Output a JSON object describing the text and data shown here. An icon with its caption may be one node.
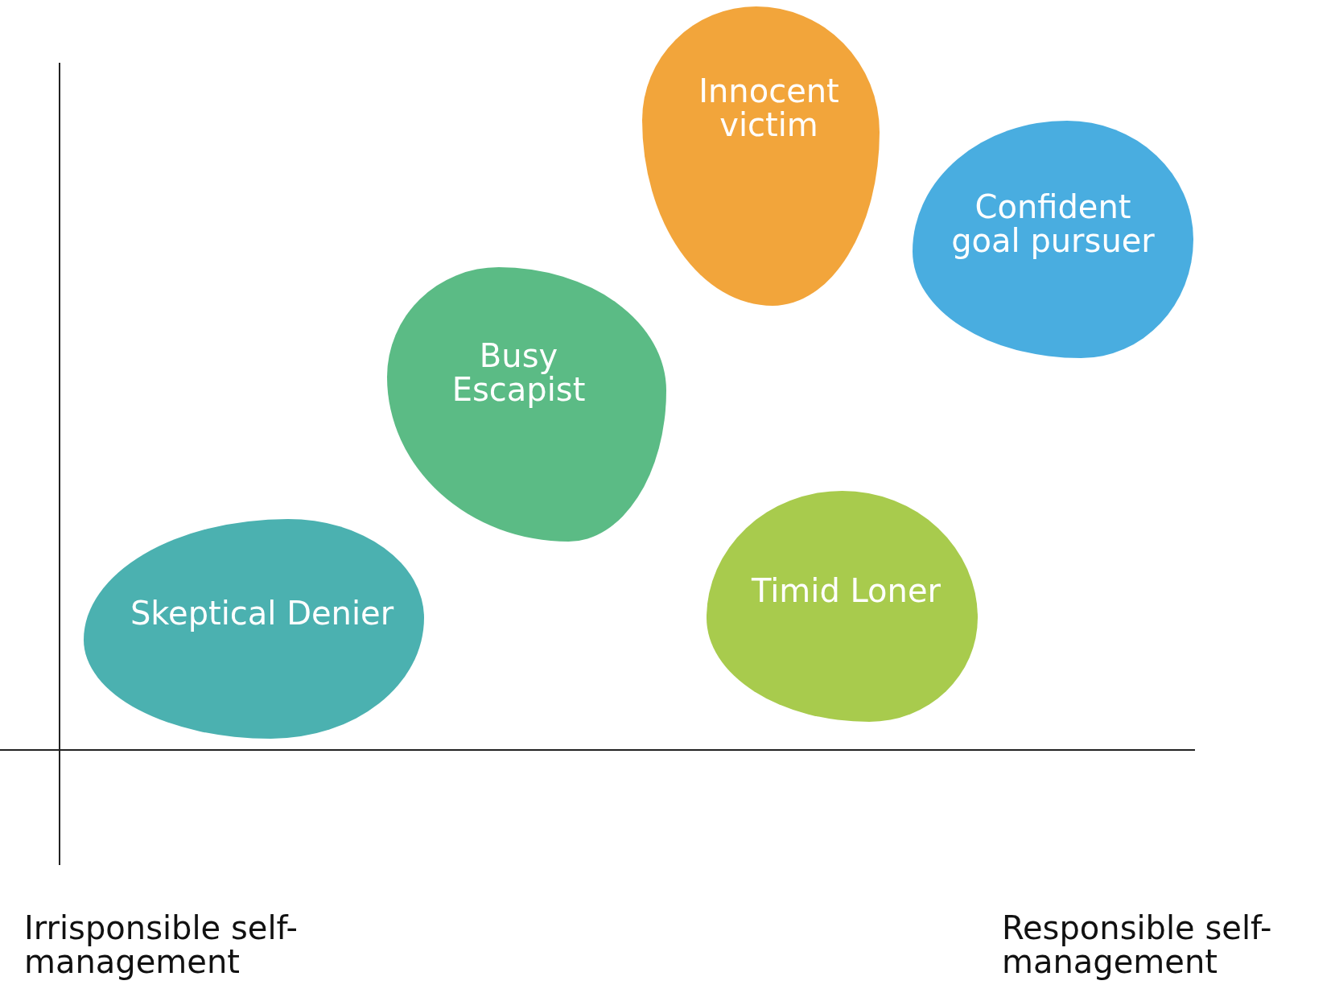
{
  "diagram": {
    "nodes": [
      {
        "text": [
          "Innocent victim"
        ]
      },
      {
        "text": [
          "Confident goal pursuer"
        ]
      },
      {
        "text": [
          "Busy Escapist"
        ]
      },
      {
        "text": [
          "Skeptical Denier"
        ]
      },
      {
        "text": [
          "Timid Loner"
        ]
      }
    ],
    "labels": [
      "Irrisponsible self-management",
      "Responsible self-management"
    ]
  }
}
